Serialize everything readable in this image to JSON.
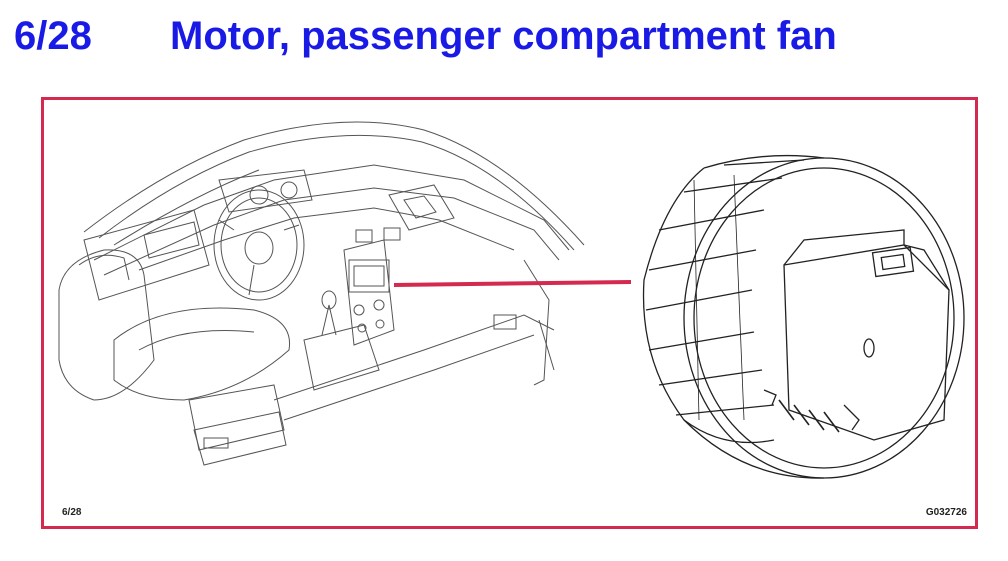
{
  "header": {
    "number": "6/28",
    "title": "Motor, passenger compartment fan"
  },
  "figure": {
    "ref_left": "6/28",
    "ref_right": "G032726"
  },
  "colors": {
    "title": "#1a1ae6",
    "frame": "#d42a4f",
    "leader": "#d42a4f",
    "line_art": "#333333"
  },
  "icons": [
    "car-interior-illustration",
    "blower-motor-illustration"
  ]
}
